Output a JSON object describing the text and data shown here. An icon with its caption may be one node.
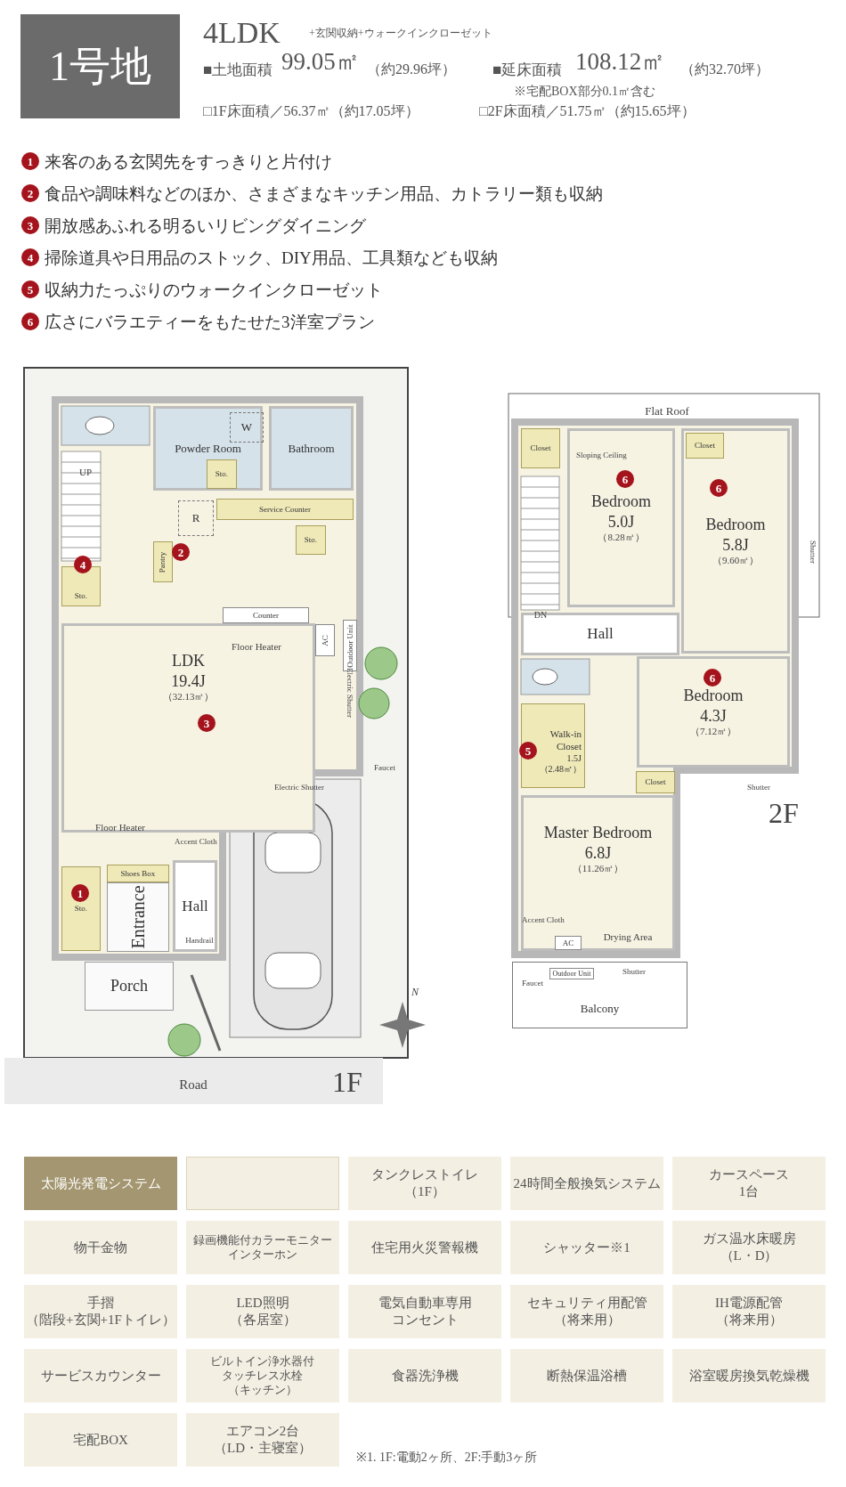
{
  "diagram": {
    "nodes": [
      {
        "text": [
          "1号地"
        ]
      },
      {
        "text": [
          "Powder Room"
        ]
      },
      {
        "text": [
          "W"
        ],
        "in": 1
      },
      {
        "text": [
          "Sto."
        ],
        "in": 1
      },
      {
        "text": [
          "Bathroom"
        ]
      },
      {
        "text": [
          "Sto."
        ]
      },
      {
        "text": [
          "Pantry"
        ]
      },
      {
        "text": [
          "R"
        ]
      },
      {
        "text": [
          "Service Counter"
        ]
      },
      {
        "text": [
          "Sto."
        ]
      },
      {
        "text": [
          "Counter"
        ]
      },
      {
        "text": [
          "AC"
        ]
      },
      {
        "text": [
          "Outdoor Unit"
        ]
      },
      {
        "text": [
          "LDK",
          "19.4J",
          "（32.13㎡）"
        ]
      },
      {
        "text": [
          "Shoes Box"
        ]
      },
      {
        "text": [
          "Sto."
        ]
      },
      {
        "text": [
          "Entrance"
        ]
      },
      {
        "text": [
          "Hall"
        ]
      },
      {
        "text": [
          "Porch"
        ]
      },
      {
        "text": [
          "Closet"
        ]
      },
      {
        "text": [
          "Bedroom",
          "5.0J",
          "（8.28㎡）"
        ]
      },
      {
        "text": [
          "Bedroom",
          "5.8J",
          "（9.60㎡）"
        ]
      },
      {
        "text": [
          "Closet"
        ],
        "in": 21
      },
      {
        "text": [
          "Hall"
        ]
      },
      {
        "text": [
          "Walk-in Closet",
          "1.5J",
          "（2.48㎡）"
        ]
      },
      {
        "text": [
          "Bedroom",
          "4.3J",
          "（7.12㎡）"
        ]
      },
      {
        "text": [
          "Closet"
        ]
      },
      {
        "text": [
          "Master Bedroom",
          "6.8J",
          "（11.26㎡）"
        ]
      },
      {
        "text": [
          "AC"
        ],
        "in": 27
      },
      {
        "text": [
          "Balcony"
        ]
      },
      {
        "text": [
          "Outdoor Unit"
        ],
        "in": 29
      },
      {
        "text": [
          "太陽光発電システム"
        ]
      },
      {
        "text": [],
        "shape": "box"
      },
      {
        "text": [
          "タンクレストイレ",
          "（1F）"
        ]
      },
      {
        "text": [
          "24時間全般換気システム"
        ]
      },
      {
        "text": [
          "カースペース1台"
        ]
      },
      {
        "text": [
          "物干金物"
        ]
      },
      {
        "text": [
          "録画機能付カラーモニターインターホン"
        ]
      },
      {
        "text": [
          "住宅用火災警報機"
        ]
      },
      {
        "text": [
          "シャッター※1"
        ]
      },
      {
        "text": [
          "ガス温水床暖房",
          "（L・D）"
        ]
      },
      {
        "text": [
          "手摺",
          "（階段+玄関+1Fトイレ）"
        ]
      },
      {
        "text": [
          "LED照明",
          "（各居室）"
        ]
      },
      {
        "text": [
          "電気自動車専用コンセント"
        ]
      },
      {
        "text": [
          "セキュリティ用配管",
          "（将来用）"
        ]
      },
      {
        "text": [
          "IH電源配管",
          "（将来用）"
        ]
      },
      {
        "text": [
          "サービスカウンター"
        ]
      },
      {
        "text": [
          "ビルトイン浄水器付タッチレス水栓",
          "（キッチン）"
        ]
      },
      {
        "text": [
          "食器洗浄機"
        ]
      },
      {
        "text": [
          "断熱保温浴槽"
        ]
      },
      {
        "text": [
          "浴室暖房換気乾燥機"
        ]
      },
      {
        "text": [
          "宅配BOX"
        ]
      },
      {
        "text": [
          "エアコン2台",
          "（LD・主寝室）"
        ]
      }
    ],
    "labels": [
      "4LDK",
      "+玄関収納+ウォークインクローゼット",
      "■土地面積",
      "99.05㎡",
      "（約29.96坪）",
      "■延床面積",
      "108.12㎡",
      "（約32.70坪）",
      "※宅配BOX部分0.1㎡含む",
      "□1F床面積／56.37㎡（約17.05坪）",
      "□2F床面積／51.75㎡（約15.65坪）",
      "1",
      "来客のある玄関先をすっきりと片付け",
      "2",
      "食品や調味料などのほか、さまざまなキッチン用品、カトラリー類も収納",
      "3",
      "開放感あふれる明るいリビングダイニング",
      "4",
      "掃除道具や日用品のストック、DIY用品、工具類なども収納",
      "5",
      "収納力たっぷりのウォークインクローゼット",
      "6",
      "広さにバラエティーをもたせた3洋室プラン",
      "UP",
      "Floor Heater",
      "Electric Shutter",
      "Faucet",
      "Electric Shutter",
      "Floor Heater",
      "Accent Cloth",
      "Handrail",
      "Road",
      "1F",
      "N",
      "Flat Roof",
      "Sloping Ceiling",
      "Shutter",
      "DN",
      "Shutter",
      "2F",
      "Accent Cloth",
      "Drying Area",
      "Shutter",
      "Faucet",
      "1",
      "2",
      "3",
      "4",
      "5",
      "6",
      "6",
      "6",
      "※1. 1F:電動2ヶ所、2F:手動3ヶ所"
    ]
  }
}
